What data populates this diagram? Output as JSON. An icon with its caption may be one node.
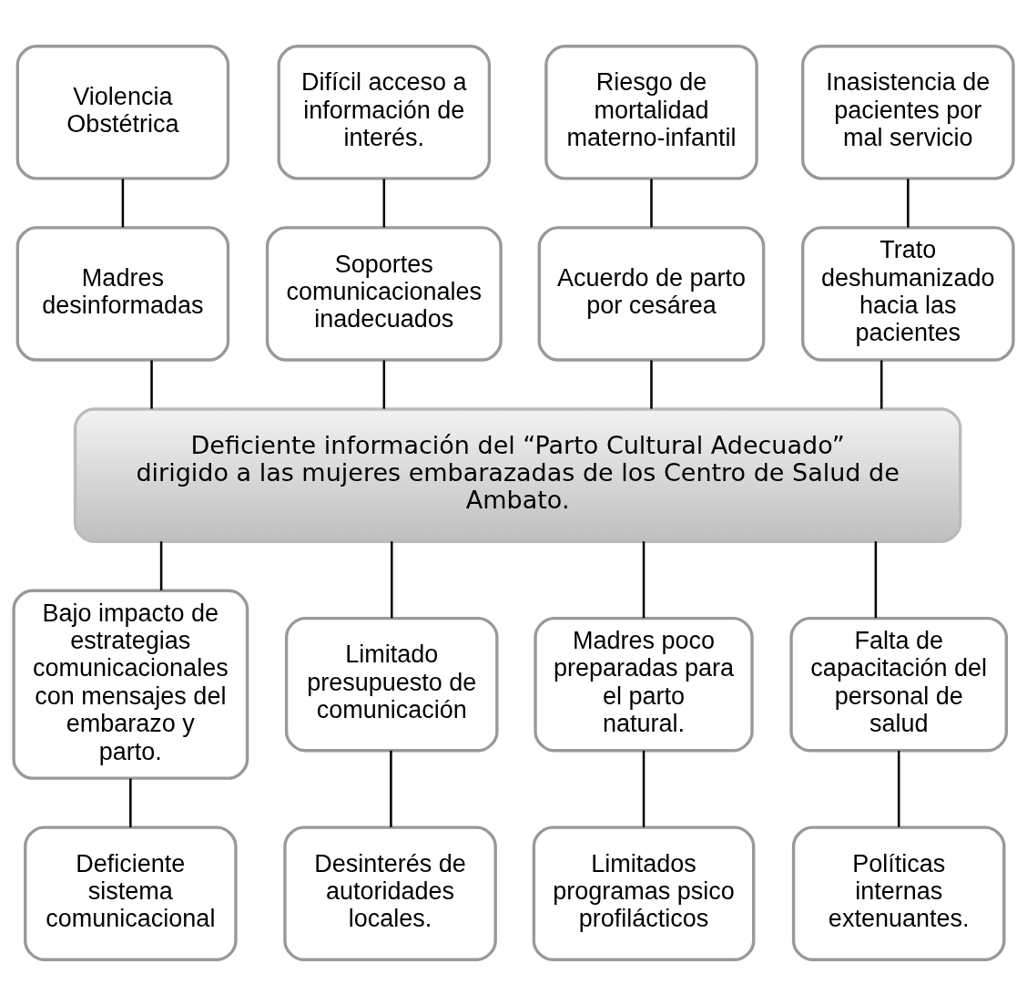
{
  "diagram": {
    "nodes": [
      {
        "text": [
          "Violencia Obstétrica"
        ]
      },
      {
        "text": [
          "Difícil acceso a información de interés."
        ]
      },
      {
        "text": [
          "Riesgo de mortalidad materno-infantil"
        ]
      },
      {
        "text": [
          "Inasistencia de pacientes por mal servicio"
        ]
      },
      {
        "text": [
          "Madres desinformadas"
        ]
      },
      {
        "text": [
          "Soportes comunicacionales inadecuados"
        ]
      },
      {
        "text": [
          "Acuerdo de parto por cesárea"
        ]
      },
      {
        "text": [
          "Trato deshumanizado hacia las pacientes"
        ]
      },
      {
        "text": [
          "Deficiente información del “Parto Cultural Adecuado” dirigido a las mujeres embarazadas de los Centro de Salud de Ambato."
        ]
      },
      {
        "text": [
          "Bajo impacto de estrategias comunicacionales con mensajes del embarazo y parto."
        ]
      },
      {
        "text": [
          "Limitado presupuesto de comunicación"
        ]
      },
      {
        "text": [
          "Madres poco preparadas para el parto natural."
        ]
      },
      {
        "text": [
          "Falta de capacitación del personal de salud"
        ]
      },
      {
        "text": [
          "Deficiente sistema comunicacional"
        ]
      },
      {
        "text": [
          "Desinterés de autoridades locales."
        ]
      },
      {
        "text": [
          "Limitados programas psico profilácticos"
        ]
      },
      {
        "text": [
          "Políticas internas extenuantes."
        ]
      }
    ],
    "edges": [
      {
        "from": 0,
        "to": 4,
        "arrow": "none"
      },
      {
        "from": 1,
        "to": 5,
        "arrow": "none"
      },
      {
        "from": 2,
        "to": 6,
        "arrow": "none"
      },
      {
        "from": 3,
        "to": 7,
        "arrow": "none"
      },
      {
        "from": 4,
        "to": 8,
        "arrow": "none"
      },
      {
        "from": 5,
        "to": 8,
        "arrow": "none"
      },
      {
        "from": 6,
        "to": 8,
        "arrow": "none"
      },
      {
        "from": 7,
        "to": 8,
        "arrow": "none"
      },
      {
        "from": 8,
        "to": 9,
        "arrow": "none"
      },
      {
        "from": 8,
        "to": 10,
        "arrow": "none"
      },
      {
        "from": 8,
        "to": 11,
        "arrow": "none"
      },
      {
        "from": 8,
        "to": 12,
        "arrow": "none"
      },
      {
        "from": 9,
        "to": 13,
        "arrow": "none"
      },
      {
        "from": 10,
        "to": 14,
        "arrow": "none"
      },
      {
        "from": 11,
        "to": 15,
        "arrow": "none"
      },
      {
        "from": 12,
        "to": 16,
        "arrow": "none"
      }
    ]
  }
}
